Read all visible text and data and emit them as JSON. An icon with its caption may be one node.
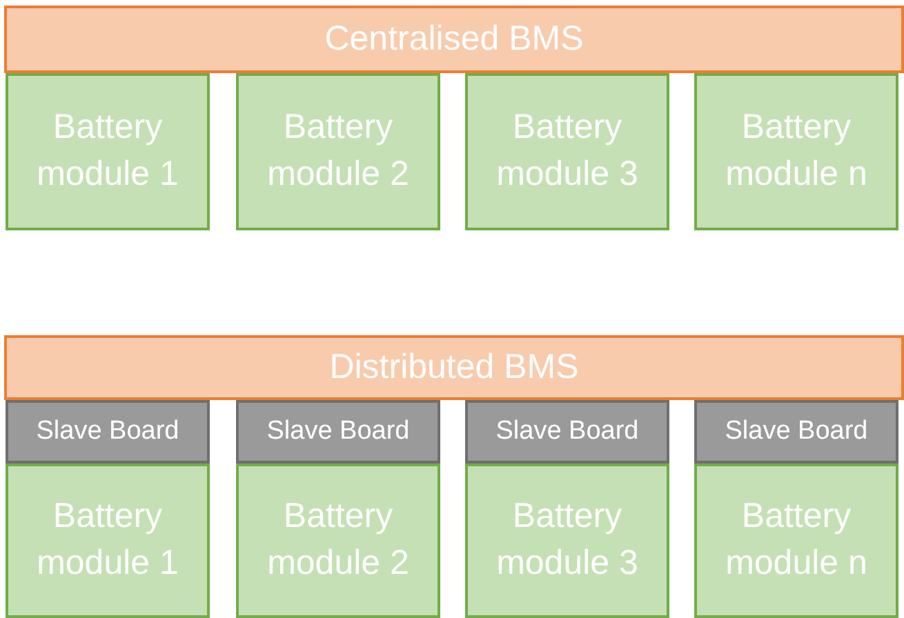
{
  "diagram": {
    "nodes": [
      {
        "text": [
          "Centralised BMS"
        ]
      },
      {
        "text": [
          "Battery module 1"
        ]
      },
      {
        "text": [
          "Battery module 2"
        ]
      },
      {
        "text": [
          "Battery module 3"
        ]
      },
      {
        "text": [
          "Battery module n"
        ]
      },
      {
        "text": [
          "Distributed BMS"
        ]
      },
      {
        "text": [
          "Slave Board"
        ]
      },
      {
        "text": [
          "Slave Board"
        ]
      },
      {
        "text": [
          "Slave Board"
        ]
      },
      {
        "text": [
          "Slave Board"
        ]
      },
      {
        "text": [
          "Battery module 1"
        ]
      },
      {
        "text": [
          "Battery module 2"
        ]
      },
      {
        "text": [
          "Battery module 3"
        ]
      },
      {
        "text": [
          "Battery module n"
        ]
      }
    ]
  }
}
